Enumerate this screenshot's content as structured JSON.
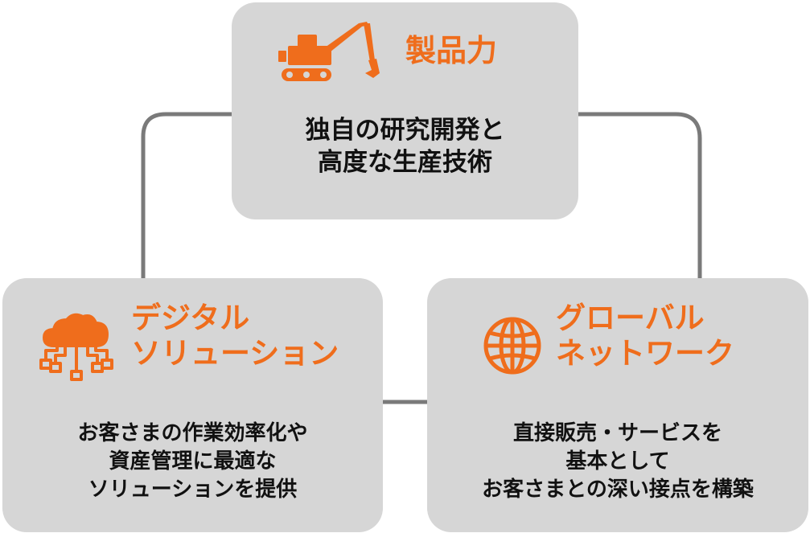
{
  "colors": {
    "accent": "#ef6d1c",
    "card_bg": "#d6d6d6",
    "connector": "#7a7a7a",
    "text": "#111111"
  },
  "cards": {
    "top": {
      "icon": "excavator-icon",
      "title": "製品力",
      "desc": [
        "独自の研究開発と",
        "高度な生産技術"
      ]
    },
    "left": {
      "icon": "cloud-network-icon",
      "title": [
        "デジタル",
        "ソリューション"
      ],
      "desc": [
        "お客さまの作業効率化や",
        "資産管理に最適な",
        "ソリューションを提供"
      ]
    },
    "right": {
      "icon": "globe-icon",
      "title": [
        "グローバル",
        "ネットワーク"
      ],
      "desc": [
        "直接販売・サービスを",
        "基本として",
        "お客さまとの深い接点を構築"
      ]
    }
  }
}
